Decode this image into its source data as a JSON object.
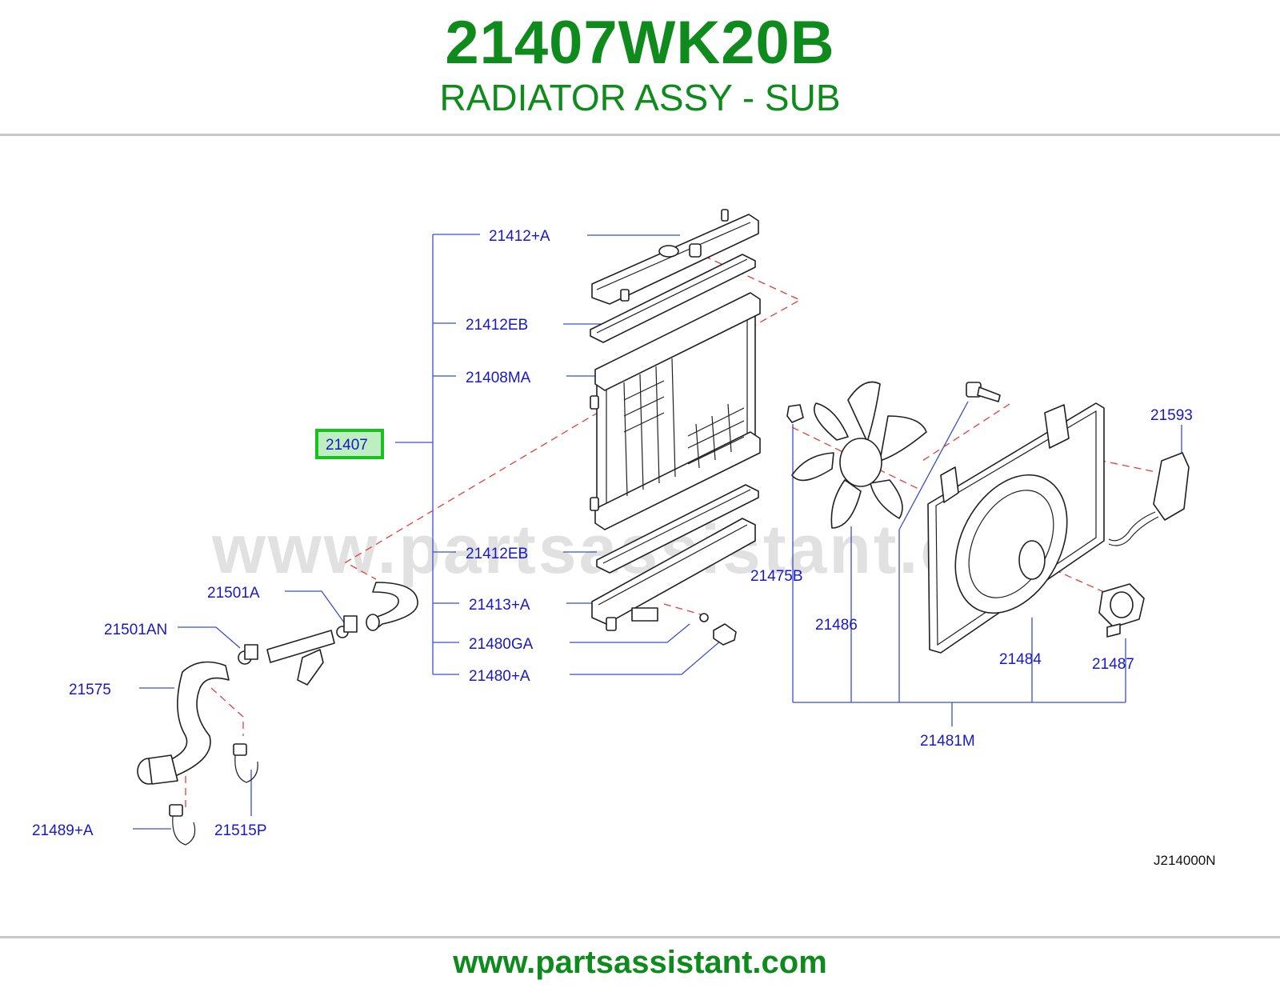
{
  "header": {
    "part_number": "21407WK20B",
    "part_name": "RADIATOR ASSY - SUB"
  },
  "diagram": {
    "watermark": "www.partsassistant.com",
    "code": "J214000N",
    "highlight_color": "#17c21f",
    "callouts": [
      "21412+A",
      "21412EB",
      "21408MA",
      "21407",
      "21412EB",
      "21413+A",
      "21480GA",
      "21480+A",
      "21501A",
      "21501AN",
      "21575",
      "21489+A",
      "21515P",
      "21593",
      "21475B",
      "21486",
      "21484",
      "21487",
      "21481M"
    ]
  },
  "footer": {
    "url": "www.partsassistant.com"
  },
  "colors": {
    "brand_green": "#0f8a1c",
    "label_blue": "#1818c8",
    "leader_blue": "#3a4fc8",
    "dash_red": "#e0403a"
  }
}
